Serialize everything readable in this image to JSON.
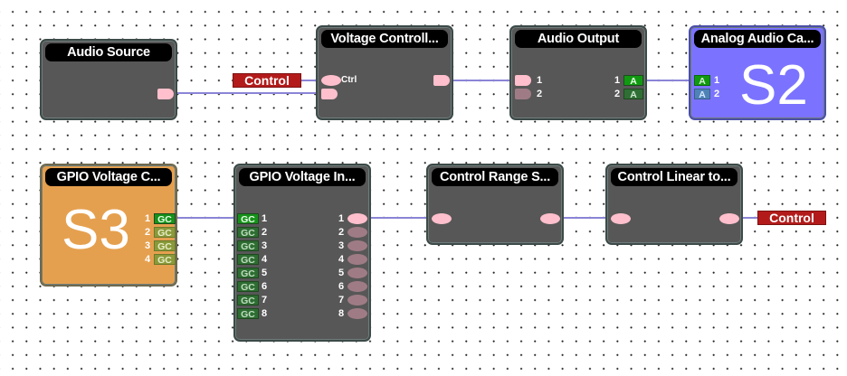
{
  "canvas": {
    "blocks": [
      {
        "id": "audio-source",
        "title": "Audio Source"
      },
      {
        "id": "vca",
        "title": "Voltage Controll...",
        "inputs": [
          {
            "label": "Ctrl"
          },
          {
            "label": ""
          }
        ]
      },
      {
        "id": "audio-output",
        "title": "Audio Output",
        "inputs": [
          {
            "label": "1"
          },
          {
            "label": "2"
          }
        ],
        "outputs": [
          {
            "num": "1",
            "badge": "A"
          },
          {
            "num": "2",
            "badge": "A"
          }
        ]
      },
      {
        "id": "analog-audio-card",
        "title": "Analog Audio Ca...",
        "big_label": "S2",
        "inputs": [
          {
            "badge": "A",
            "num": "1"
          },
          {
            "badge": "A",
            "num": "2"
          }
        ]
      },
      {
        "id": "gpio-voltage-card",
        "title": "GPIO Voltage C...",
        "big_label": "S3",
        "outputs": [
          {
            "num": "1",
            "badge": "GC"
          },
          {
            "num": "2",
            "badge": "GC"
          },
          {
            "num": "3",
            "badge": "GC"
          },
          {
            "num": "4",
            "badge": "GC"
          }
        ]
      },
      {
        "id": "gpio-voltage-input",
        "title": "GPIO Voltage In...",
        "inputs": [
          {
            "badge": "GC",
            "num": "1"
          },
          {
            "badge": "GC",
            "num": "2"
          },
          {
            "badge": "GC",
            "num": "3"
          },
          {
            "badge": "GC",
            "num": "4"
          },
          {
            "badge": "GC",
            "num": "5"
          },
          {
            "badge": "GC",
            "num": "6"
          },
          {
            "badge": "GC",
            "num": "7"
          },
          {
            "badge": "GC",
            "num": "8"
          }
        ],
        "outputs": [
          {
            "num": "1"
          },
          {
            "num": "2"
          },
          {
            "num": "3"
          },
          {
            "num": "4"
          },
          {
            "num": "5"
          },
          {
            "num": "6"
          },
          {
            "num": "7"
          },
          {
            "num": "8"
          }
        ]
      },
      {
        "id": "control-range-scaler",
        "title": "Control Range S..."
      },
      {
        "id": "control-linear-to",
        "title": "Control Linear to..."
      }
    ],
    "tags": [
      {
        "id": "control-tag-in",
        "label": "Control"
      },
      {
        "id": "control-tag-out",
        "label": "Control"
      }
    ]
  },
  "colors": {
    "wire": "#8a85d6",
    "tag": "#b31b1b",
    "pin_active": "#ffbfcc",
    "pin_inactive": "#9f7c85",
    "block": "#575757",
    "block_orange": "#e5a04f",
    "block_purple": "#7b73ff"
  }
}
